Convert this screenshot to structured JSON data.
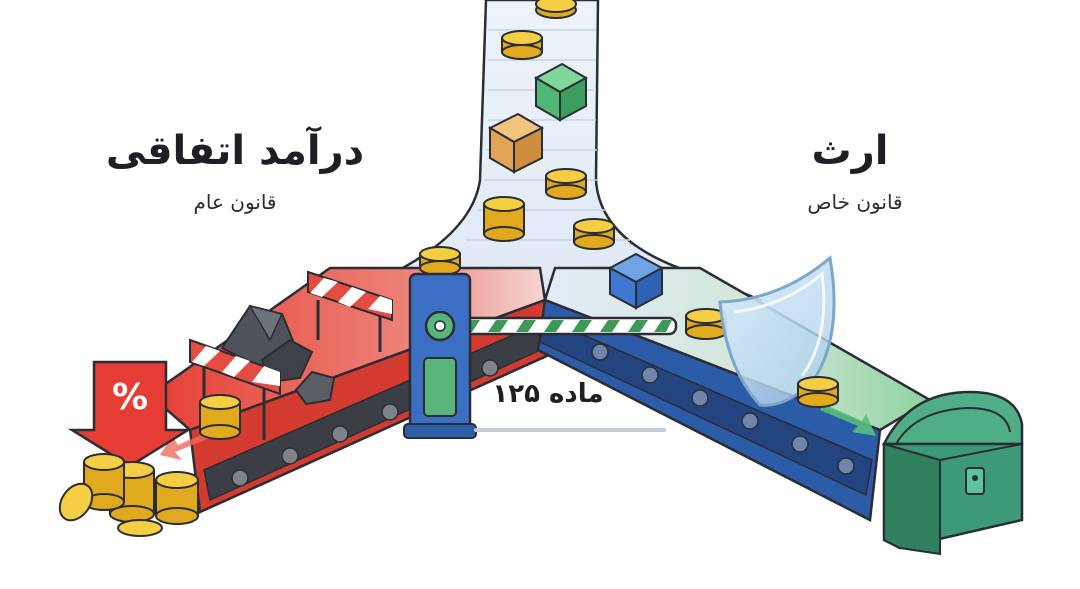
{
  "left": {
    "title": "درآمد اتفاقی",
    "subtitle": "قانون عام"
  },
  "right": {
    "title": "ارث",
    "subtitle": "قانون خاص"
  },
  "gate": {
    "label": "ماده ۱۲۵"
  },
  "tax_badge": {
    "symbol": "%"
  },
  "colors": {
    "left_belt": "#e8493d",
    "right_belt": "#2f62b5",
    "center_belt": "#e3ecf6",
    "coin": "#f2c230",
    "chest": "#3d9a78",
    "gate_post": "#3a6fc4",
    "barrier_stripe": "#3f9a5a"
  }
}
